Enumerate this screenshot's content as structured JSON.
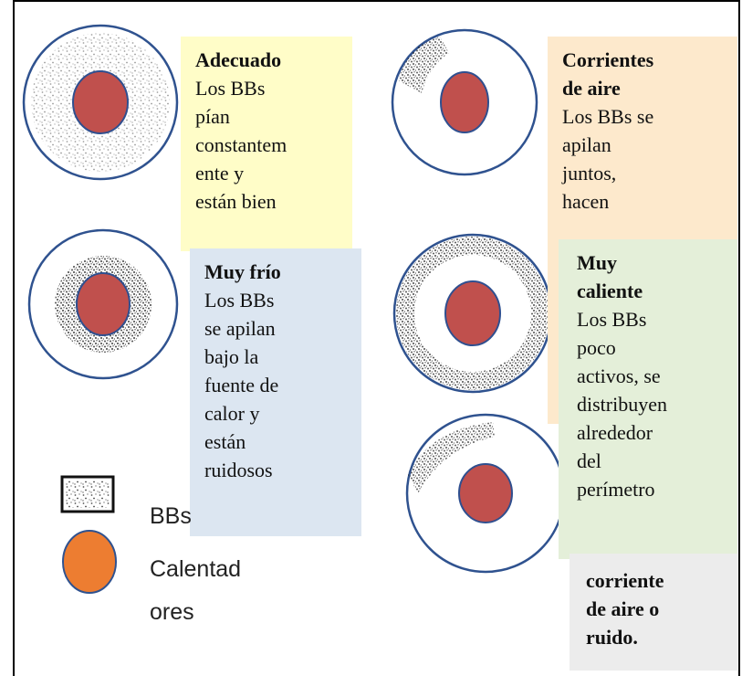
{
  "boxes": {
    "adecuado": {
      "title": "Adecuado",
      "text": "Los BBs\npían\nconstantem\nente y\nestán bien"
    },
    "corrientes": {
      "title": "Corrientes\nde aire",
      "text": "Los BBs se\napilan\njuntos,\nhacen"
    },
    "muy_frio": {
      "title": "Muy frío",
      "text": "Los BBs\nse apilan\nbajo la\nfuente de\ncalor y\nestán\nruidosos"
    },
    "muy_caliente": {
      "title": "Muy\ncaliente",
      "text": "Los BBs\npoco\nactivos, se\ndistribuyen\nalrededor\ndel\nperímetro"
    },
    "corriente_ruido": {
      "text": "corriente\nde aire o\nruido."
    }
  },
  "legend": {
    "bbs": "BBs",
    "calentadores": "Calentad\nores"
  },
  "colors": {
    "heater": "#c0504d",
    "heater_border": "#2f4f8f",
    "ring": "#2f528f",
    "legend_heater": "#ed7d31"
  }
}
